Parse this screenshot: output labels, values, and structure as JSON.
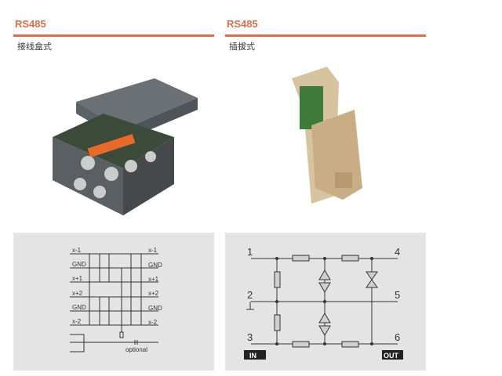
{
  "left": {
    "title": "RS485",
    "subtitle": "接线盒式",
    "diagram": {
      "labels_left": [
        "x-1",
        "GND",
        "x+1",
        "x+2",
        "GND",
        "x-2"
      ],
      "labels_right": [
        "x-1",
        "GND",
        "x+1",
        "x+2",
        "GND",
        "x-2"
      ],
      "optional": "optional"
    }
  },
  "right": {
    "title": "RS485",
    "subtitle": "插拔式",
    "diagram": {
      "terminals": [
        "1",
        "2",
        "3",
        "4",
        "5",
        "6"
      ],
      "in_label": "IN",
      "out_label": "OUT"
    }
  },
  "colors": {
    "accent": "#d9704a",
    "panel": "#e4e4e4"
  }
}
